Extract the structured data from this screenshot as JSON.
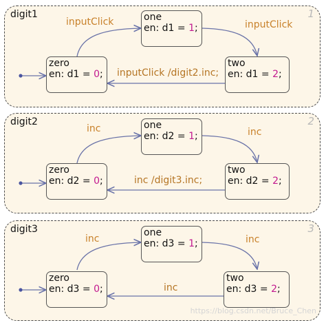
{
  "charts": [
    {
      "name": "digit1",
      "index": "1",
      "zero": {
        "name": "zero",
        "entry": "en: d1 = ",
        "value": "0",
        "end": ";"
      },
      "one": {
        "name": "one",
        "entry": "en: d1 = ",
        "value": "1",
        "end": ";"
      },
      "two": {
        "name": "two",
        "entry": "en: d1 = ",
        "value": "2",
        "end": ";"
      },
      "t_zero_one": "inputClick",
      "t_one_two": "inputClick",
      "t_two_zero": "inputClick /digit2.inc;"
    },
    {
      "name": "digit2",
      "index": "2",
      "zero": {
        "name": "zero",
        "entry": "en: d2 = ",
        "value": "0",
        "end": ";"
      },
      "one": {
        "name": "one",
        "entry": "en: d2 = ",
        "value": "1",
        "end": ";"
      },
      "two": {
        "name": "two",
        "entry": "en: d2 = ",
        "value": "2",
        "end": ";"
      },
      "t_zero_one": "inc",
      "t_one_two": "inc",
      "t_two_zero": "inc /digit3.inc;"
    },
    {
      "name": "digit3",
      "index": "3",
      "zero": {
        "name": "zero",
        "entry": "en: d3 = ",
        "value": "0",
        "end": ";"
      },
      "one": {
        "name": "one",
        "entry": "en: d3 = ",
        "value": "1",
        "end": ";"
      },
      "two": {
        "name": "two",
        "entry": "en: d3 = ",
        "value": "2",
        "end": ";"
      },
      "t_zero_one": "inc",
      "t_one_two": "inc",
      "t_two_zero": "inc"
    }
  ],
  "watermark": "https://blog.csdn.net/Bruce_Chen"
}
